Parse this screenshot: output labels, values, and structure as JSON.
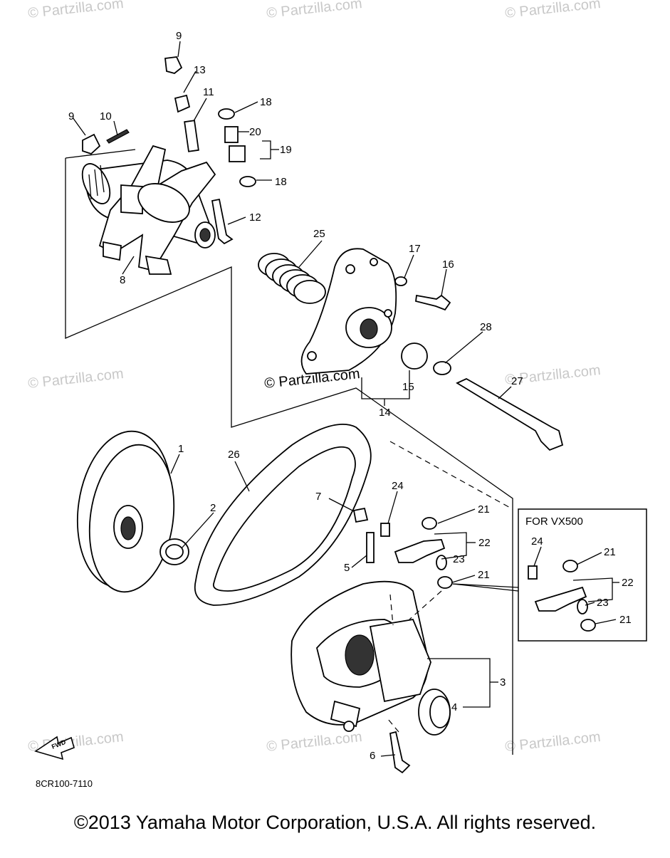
{
  "watermarks": [
    "© Partzilla.com",
    "© Partzilla.com",
    "© Partzilla.com",
    "© Partzilla.com",
    "© Partzilla.com",
    "© Partzilla.com",
    "© Partzilla.com",
    "© Partzilla.com",
    "© Partzilla.com"
  ],
  "center_watermark": "© Partzilla.com",
  "callouts": {
    "c9a": "9",
    "c13": "13",
    "c11": "11",
    "c18a": "18",
    "c9b": "9",
    "c10": "10",
    "c20": "20",
    "c19": "19",
    "c18b": "18",
    "c12": "12",
    "c8": "8",
    "c25": "25",
    "c17": "17",
    "c16": "16",
    "c28": "28",
    "c15": "15",
    "c14": "14",
    "c27": "27",
    "c1": "1",
    "c26": "26",
    "c2": "2",
    "c7": "7",
    "c24a": "24",
    "c21a": "21",
    "c22a": "22",
    "c23a": "23",
    "c21b": "21",
    "c5": "5",
    "c3": "3",
    "c4": "4",
    "c6": "6",
    "c24b": "24",
    "c21c": "21",
    "c22b": "22",
    "c23b": "23",
    "c21d": "21"
  },
  "inset_title": "FOR VX500",
  "fwd_label": "FWD",
  "diagram_code": "8CR100-7110",
  "copyright": "©2013 Yamaha Motor Corporation, U.S.A. All rights reserved."
}
